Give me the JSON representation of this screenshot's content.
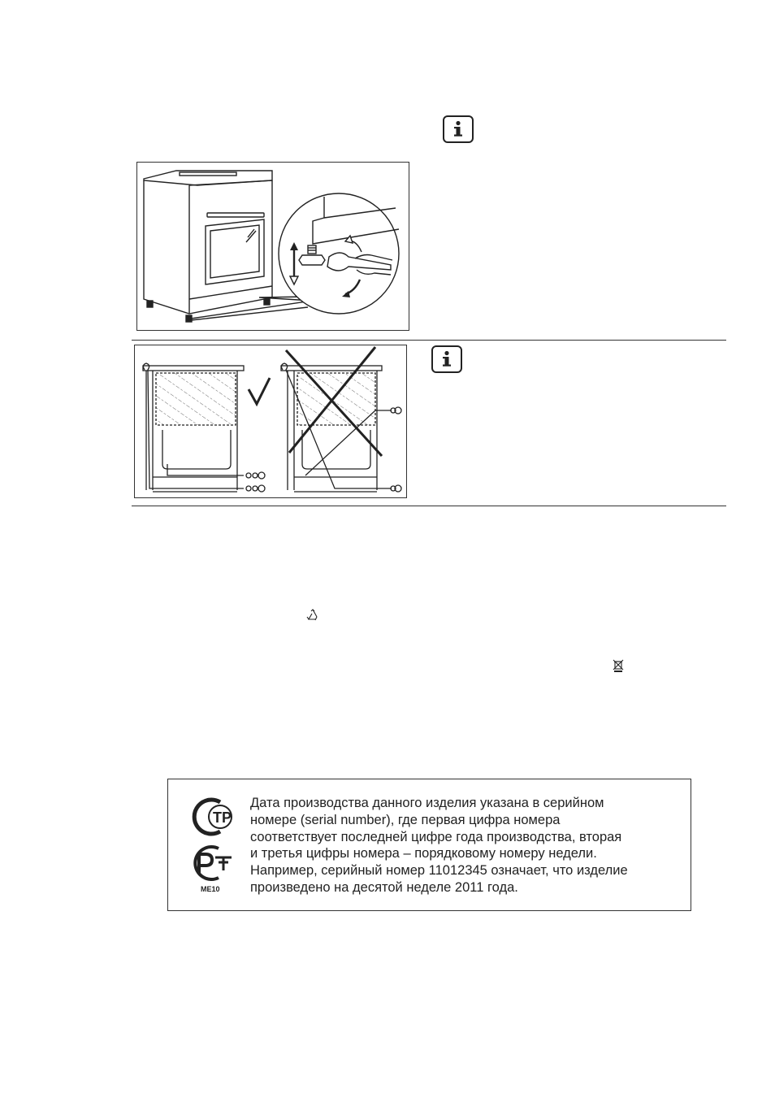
{
  "info_notes": [
    {
      "icon": "info-icon"
    },
    {
      "icon": "info-icon"
    }
  ],
  "symbols": {
    "recycle": "recycle-icon",
    "weee": "crossed-bin-icon"
  },
  "cert_box": {
    "lines": [
      "Дата производства данного изделия указана в серийном",
      "номере (serial number), где первая цифра номера",
      "соответствует последней цифре года производства, вторая",
      "и третья цифры номера – порядковому номеру недели.",
      "Например, серийный номер 11012345 означает, что изделие",
      "произведено на десятой неделе 2011 года."
    ],
    "mark_code": "ME10"
  },
  "colors": {
    "ink": "#222222",
    "background": "#ffffff"
  }
}
